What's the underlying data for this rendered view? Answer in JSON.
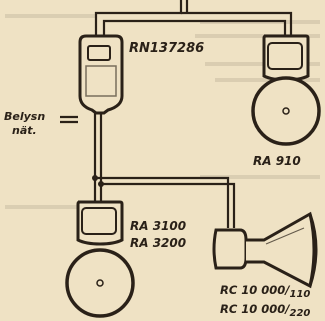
{
  "labels": {
    "transformer": "RN137286",
    "mains_line1": "Belysn",
    "mains_line2": "nät.",
    "bell_right": "RA 910",
    "bell_left_1": "RA 3100",
    "bell_left_2": "RA 3200",
    "horn_1": "RC 10 000/",
    "horn_1_sub": "110",
    "horn_2": "RC 10 000/",
    "horn_2_sub": "220"
  },
  "colors": {
    "paper": "#efe2c4",
    "ink": "#2a2118"
  }
}
